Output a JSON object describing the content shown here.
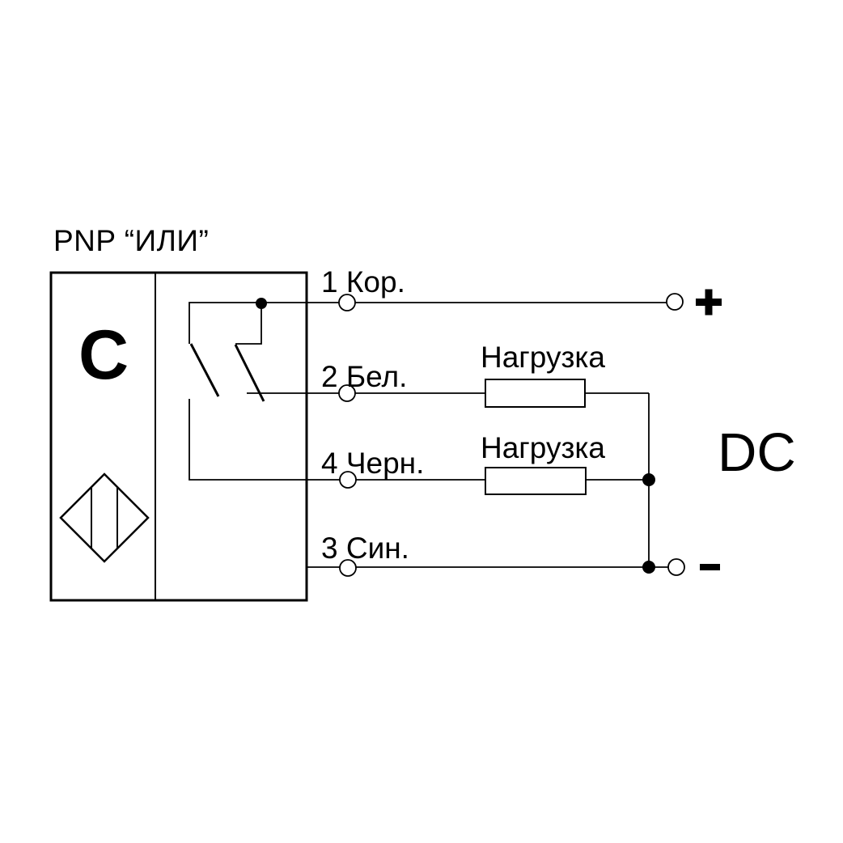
{
  "diagram": {
    "title": "PNP “ИЛИ”",
    "sensor": {
      "type_letter": "C",
      "symbol": "capacitive-sensor-diamond"
    },
    "pins": [
      {
        "label": "1 Кор."
      },
      {
        "label": "2 Бел."
      },
      {
        "label": "4 Черн."
      },
      {
        "label": "3 Син."
      }
    ],
    "loads": [
      {
        "label": "Нагрузка"
      },
      {
        "label": "Нагрузка"
      }
    ],
    "power": {
      "supply_label": "DC",
      "positive_symbol": "+",
      "negative_symbol": "−"
    },
    "colors": {
      "line": "#000000",
      "background": "#ffffff"
    }
  }
}
